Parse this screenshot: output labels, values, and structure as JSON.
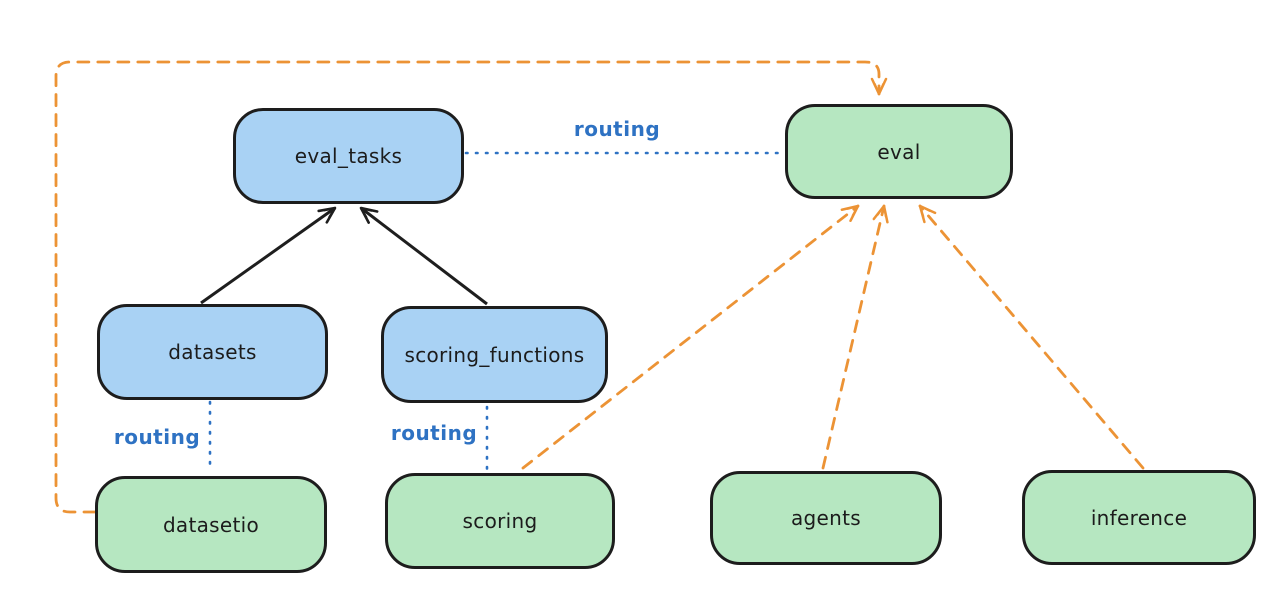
{
  "diagram": {
    "nodes": {
      "eval_tasks": {
        "label": "eval_tasks",
        "fill": "blue"
      },
      "eval": {
        "label": "eval",
        "fill": "green"
      },
      "datasets": {
        "label": "datasets",
        "fill": "blue"
      },
      "scoring_functions": {
        "label": "scoring_functions",
        "fill": "blue"
      },
      "datasetio": {
        "label": "datasetio",
        "fill": "green"
      },
      "scoring": {
        "label": "scoring",
        "fill": "green"
      },
      "agents": {
        "label": "agents",
        "fill": "green"
      },
      "inference": {
        "label": "inference",
        "fill": "green"
      }
    },
    "edges": [
      {
        "from": "datasets",
        "to": "eval_tasks",
        "style": "solid",
        "color": "black",
        "label": ""
      },
      {
        "from": "scoring_functions",
        "to": "eval_tasks",
        "style": "solid",
        "color": "black",
        "label": ""
      },
      {
        "from": "eval_tasks",
        "to": "eval",
        "style": "dotted",
        "color": "blue",
        "label": "routing"
      },
      {
        "from": "datasets",
        "to": "datasetio",
        "style": "dotted",
        "color": "blue",
        "label": "routing"
      },
      {
        "from": "scoring_functions",
        "to": "scoring",
        "style": "dotted",
        "color": "blue",
        "label": "routing"
      },
      {
        "from": "datasetio",
        "to": "eval",
        "style": "dashed",
        "color": "orange",
        "label": ""
      },
      {
        "from": "scoring",
        "to": "eval",
        "style": "dashed",
        "color": "orange",
        "label": ""
      },
      {
        "from": "agents",
        "to": "eval",
        "style": "dashed",
        "color": "orange",
        "label": ""
      },
      {
        "from": "inference",
        "to": "eval",
        "style": "dashed",
        "color": "orange",
        "label": ""
      }
    ],
    "colors": {
      "node-blue-fill": "#a9d2f4",
      "node-green-fill": "#b6e7c1",
      "node-stroke": "#1d1d1d",
      "edge-black": "#1e1e1e",
      "edge-blue": "#2e72c3",
      "edge-orange": "#ec9335"
    }
  }
}
